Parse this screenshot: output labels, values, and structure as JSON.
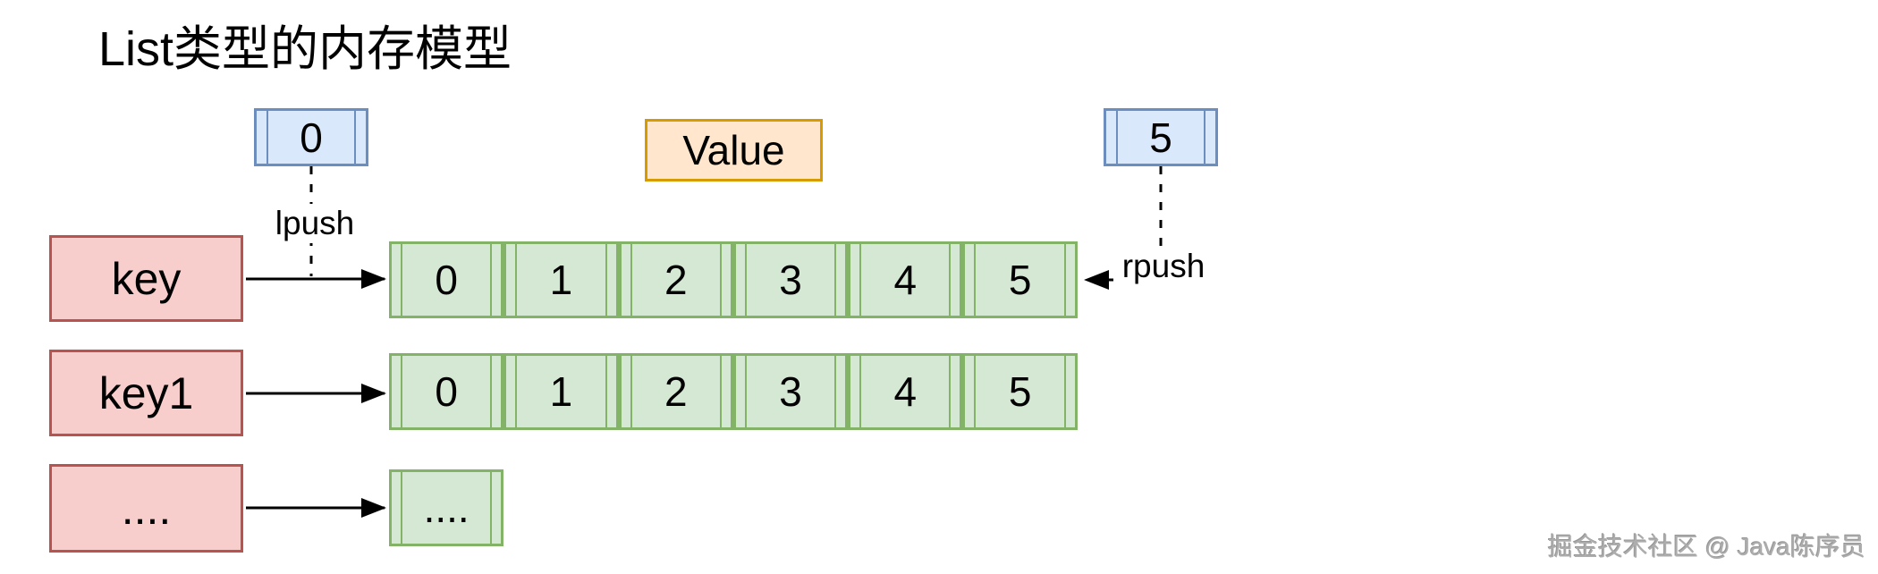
{
  "title": "List类型的内存模型",
  "diagram": {
    "lpush_index": "0",
    "value_label": "Value",
    "rpush_index": "5",
    "lpush_label": "lpush",
    "rpush_label": "rpush"
  },
  "rows": [
    {
      "key": "key",
      "cells": [
        "0",
        "1",
        "2",
        "3",
        "4",
        "5"
      ]
    },
    {
      "key": "key1",
      "cells": [
        "0",
        "1",
        "2",
        "3",
        "4",
        "5"
      ]
    },
    {
      "key": "....",
      "cells": [
        "...."
      ]
    }
  ],
  "watermark": "掘金技术社区 @ Java陈序员",
  "colors": {
    "key_fill": "#f8cecc",
    "key_border": "#b85450",
    "list_fill": "#d5e8d4",
    "list_border": "#82b366",
    "index_fill": "#dae8fc",
    "index_border": "#6c8ebf",
    "value_fill": "#ffe6cc",
    "value_border": "#d79b00",
    "connector": "#000000"
  }
}
